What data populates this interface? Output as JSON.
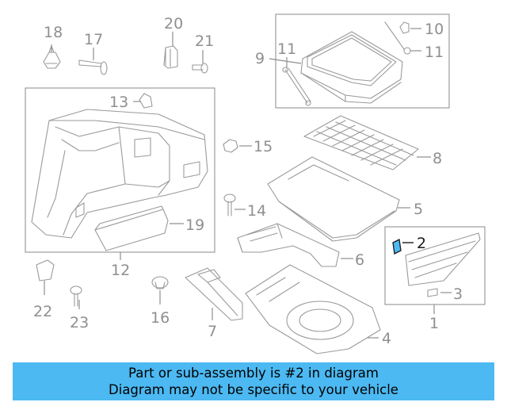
{
  "callouts": {
    "c1": "1",
    "c2": "2",
    "c3": "3",
    "c4": "4",
    "c5": "5",
    "c6": "6",
    "c7": "7",
    "c8": "8",
    "c9": "9",
    "c10": "10",
    "c11a": "11",
    "c11b": "11",
    "c12": "12",
    "c13": "13",
    "c14": "14",
    "c15": "15",
    "c16": "16",
    "c17": "17",
    "c18": "18",
    "c19": "19",
    "c20": "20",
    "c21": "21",
    "c22": "22",
    "c23": "23"
  },
  "highlighted_part": "2",
  "colors": {
    "banner": "#4cb9f2",
    "active": "#1a1a1a",
    "inactive": "#8f8f8f",
    "highlight_part": "#4cb9f2"
  },
  "banner": {
    "line1": "Part or sub-assembly is #2 in diagram",
    "line2": "Diagram may not be specific to your vehicle"
  }
}
